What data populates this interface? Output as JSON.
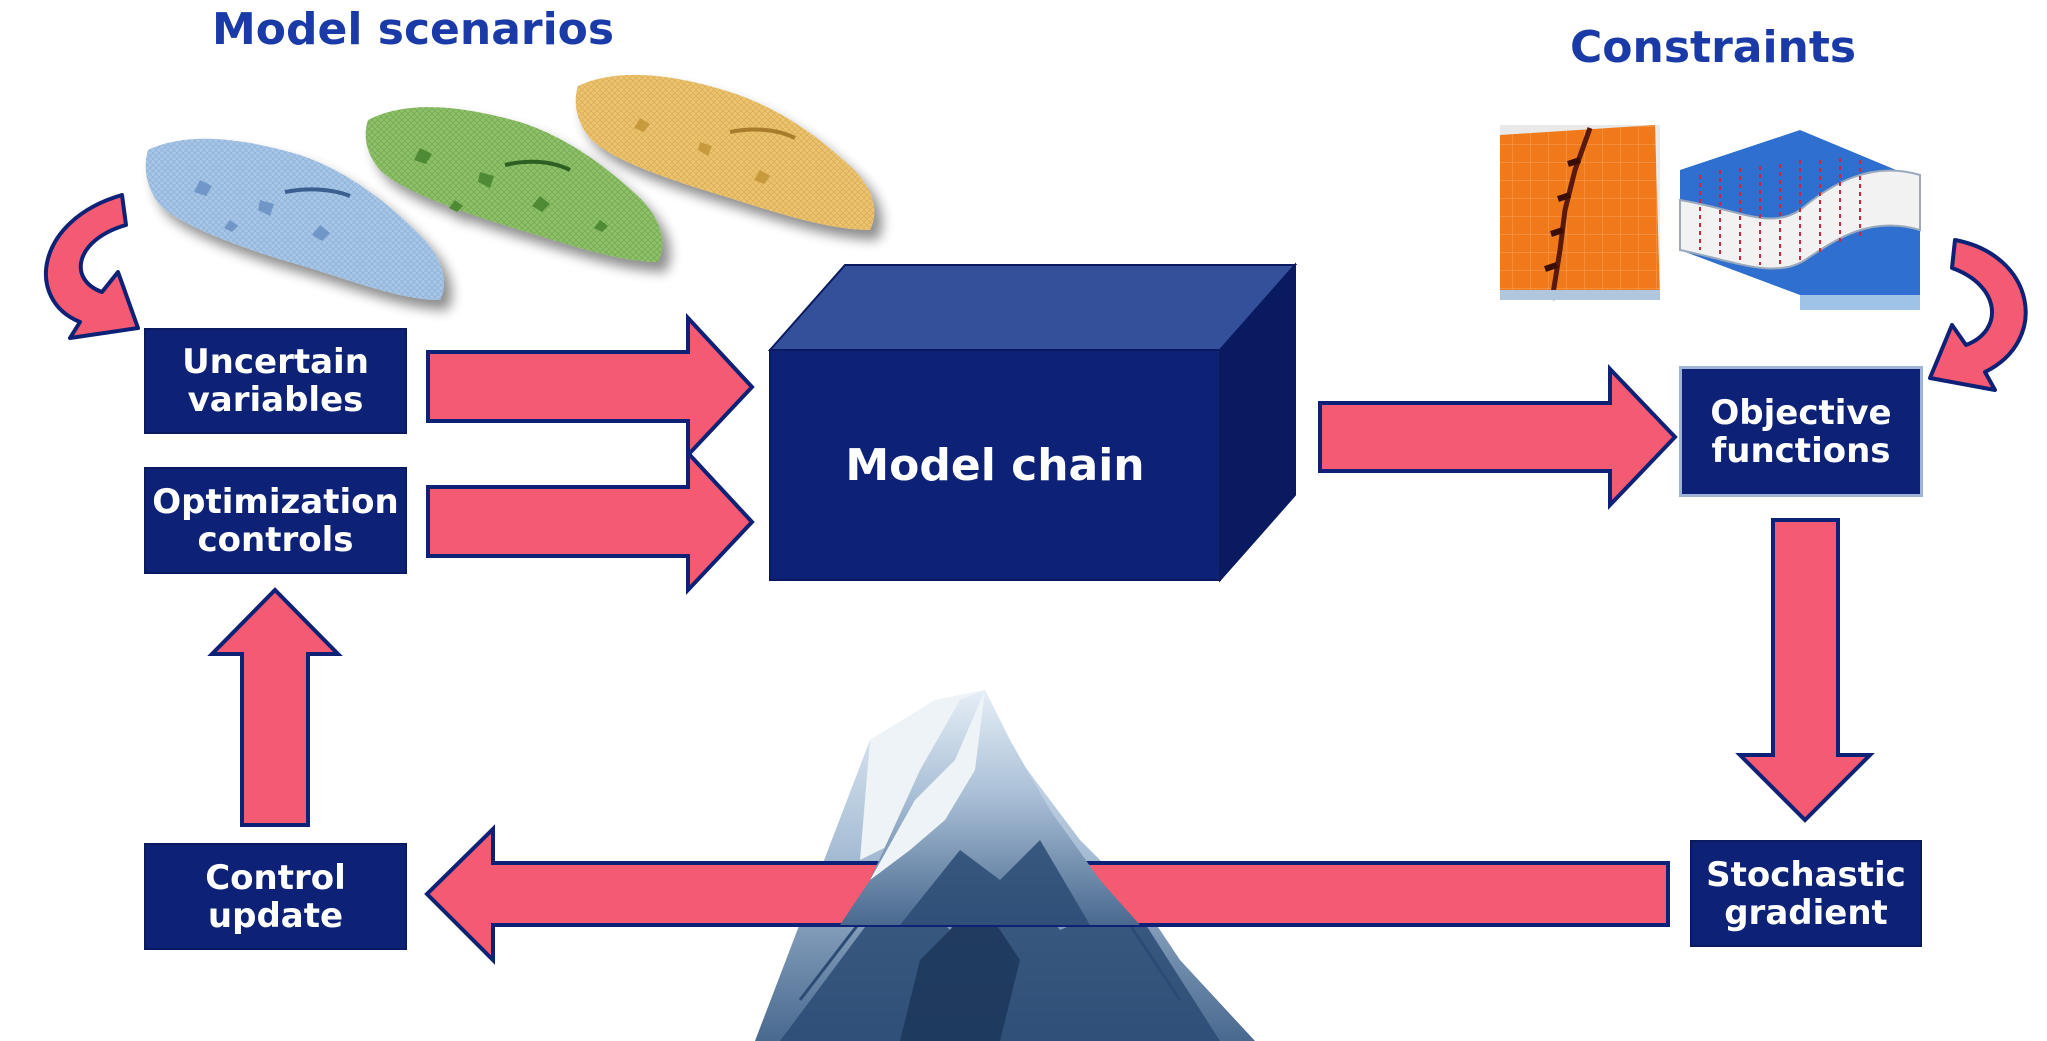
{
  "headings": {
    "model_scenarios": "Model scenarios",
    "constraints": "Constraints"
  },
  "nodes": {
    "uncertain_variables": [
      "Uncertain",
      "variables"
    ],
    "optimization_controls": [
      "Optimization",
      "controls"
    ],
    "model_chain": "Model chain",
    "objective_functions": [
      "Objective",
      "functions"
    ],
    "stochastic_gradient": [
      "Stochastic",
      "gradient"
    ],
    "control_update": [
      "Control",
      "update"
    ]
  },
  "colors": {
    "box_fill": "#0d2277",
    "arrow_fill": "#f45a72",
    "arrow_stroke": "#0d2277",
    "heading": "#1a3aa8",
    "scenario_blue": "#a9c6e6",
    "scenario_green": "#8fc06a",
    "scenario_yellow": "#ecc470",
    "mountain_light": "#c9d8e8",
    "mountain_dark": "#2c4b74"
  }
}
